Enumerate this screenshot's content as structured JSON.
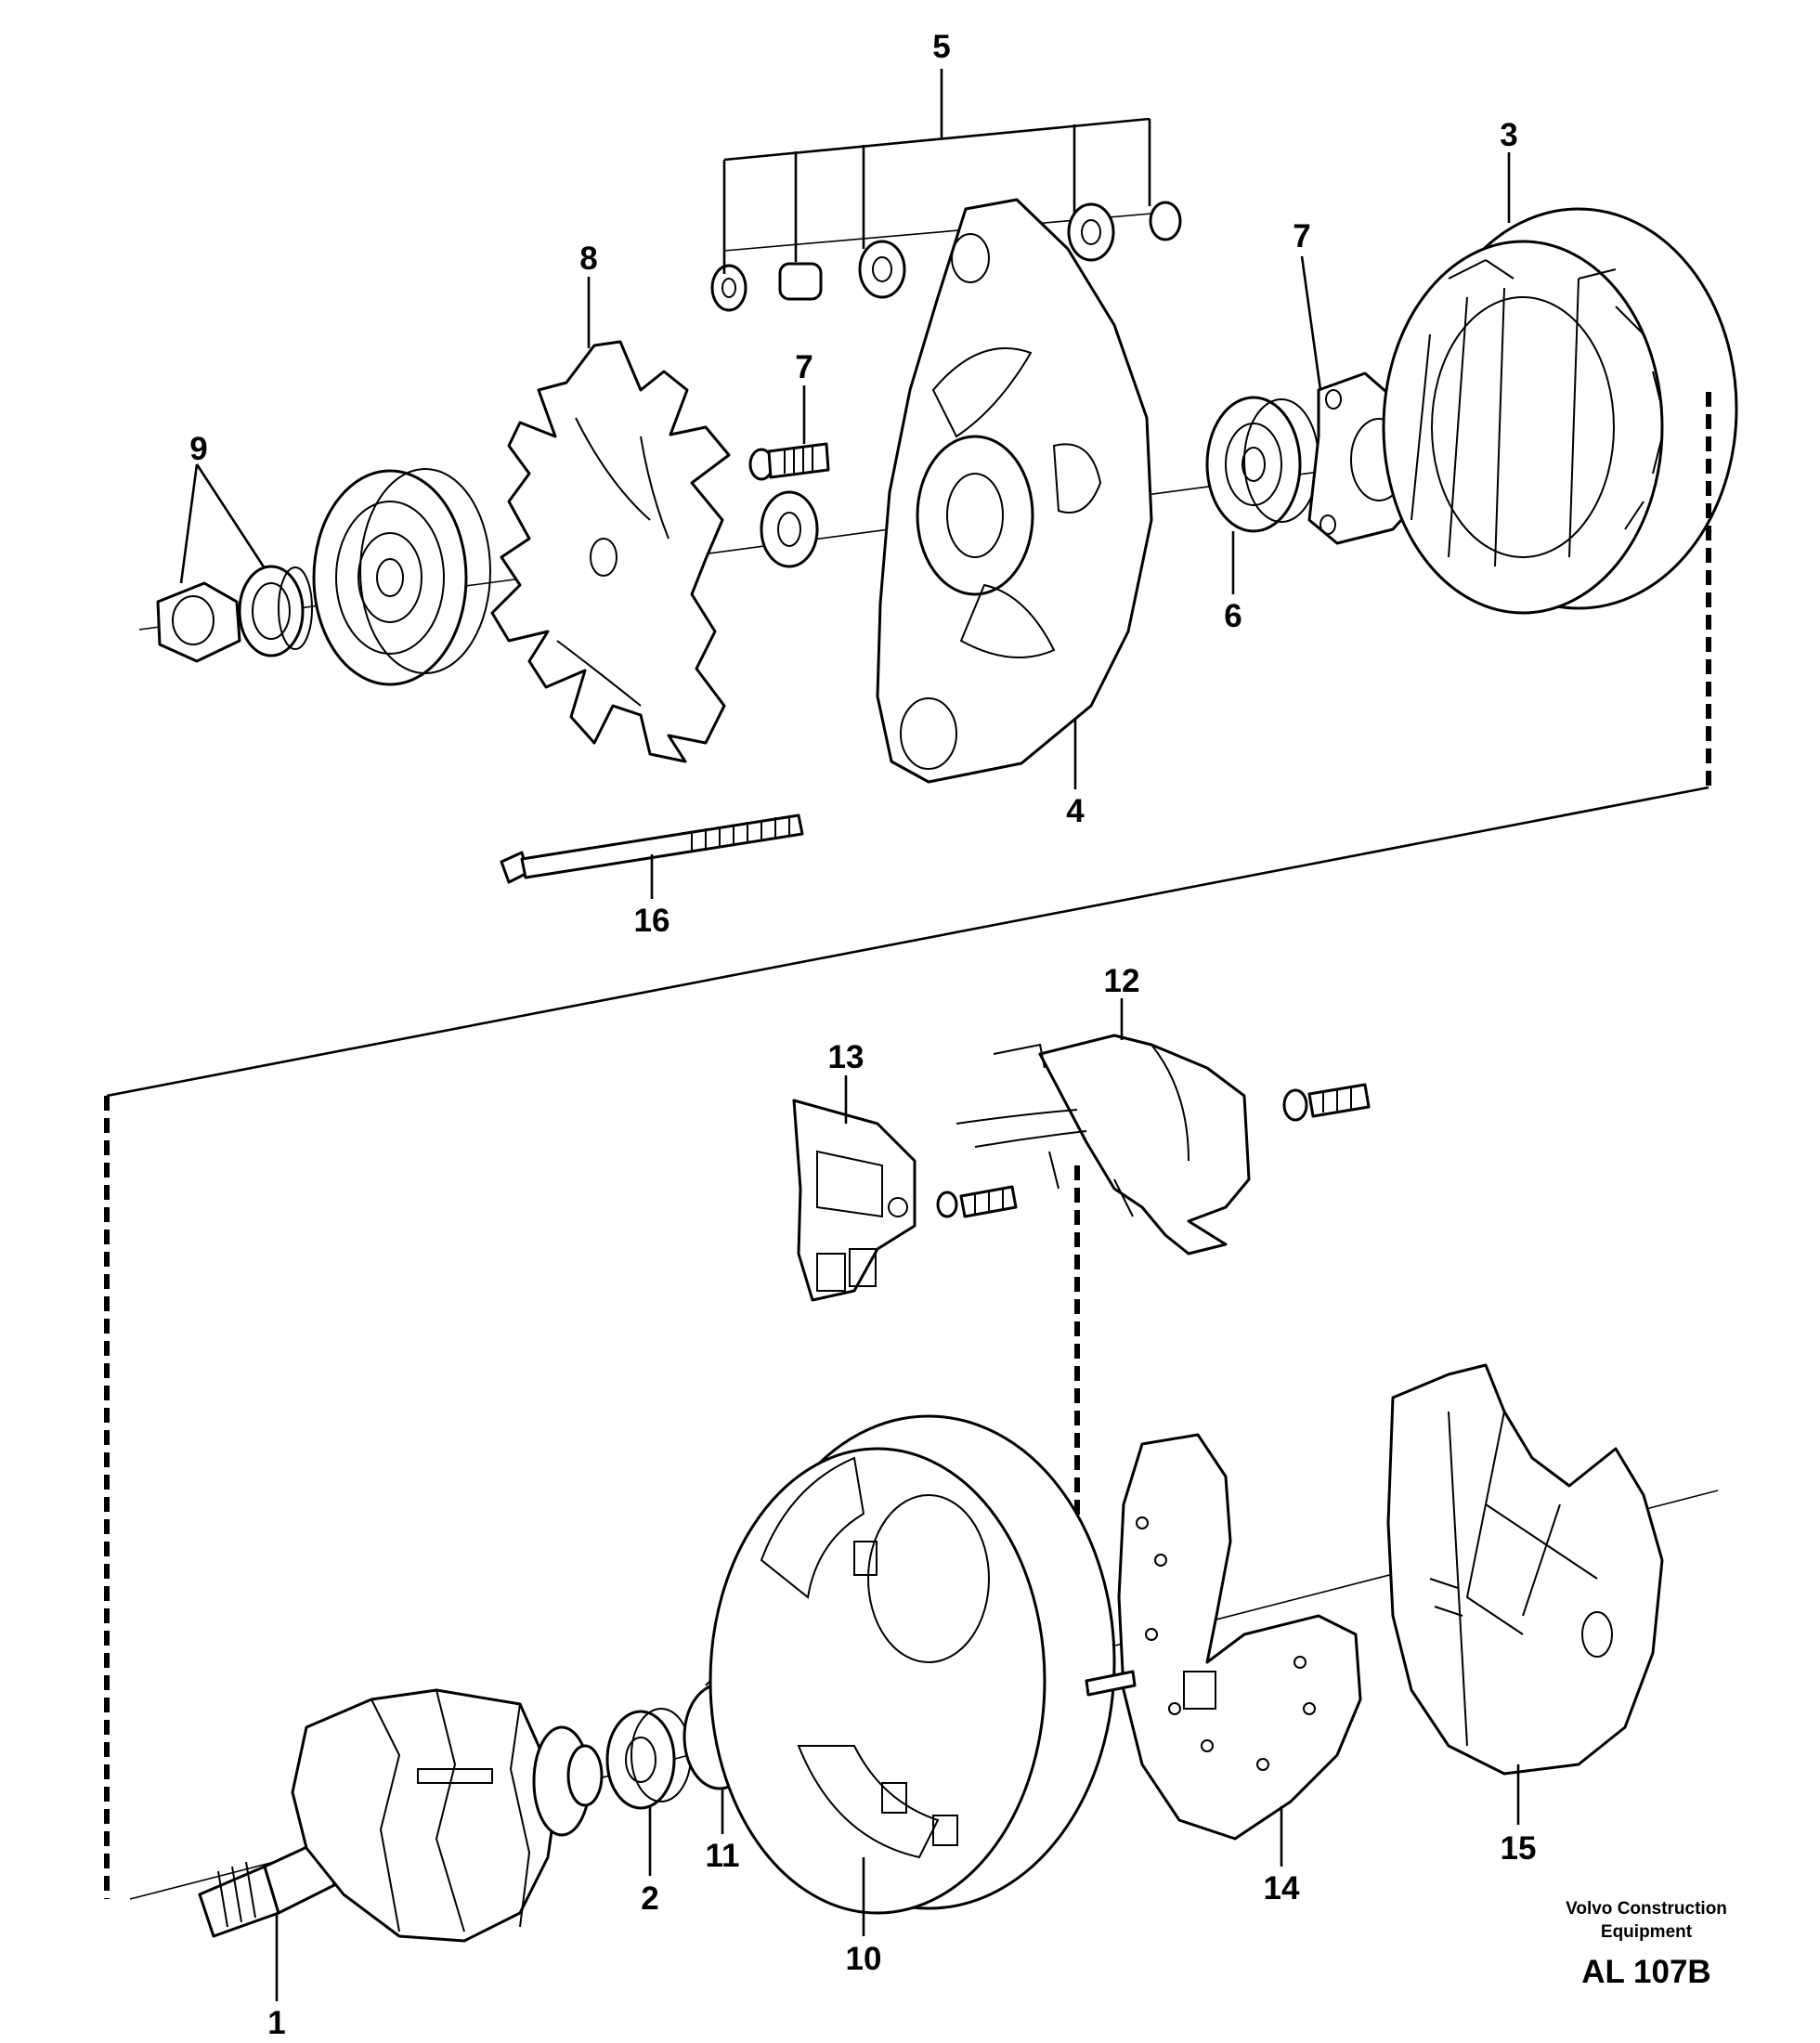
{
  "callouts": {
    "c1": "1",
    "c2": "2",
    "c3": "3",
    "c4": "4",
    "c5": "5",
    "c6": "6",
    "c7a": "7",
    "c7b": "7",
    "c8": "8",
    "c9": "9",
    "c10": "10",
    "c11": "11",
    "c12": "12",
    "c13": "13",
    "c14": "14",
    "c15": "15",
    "c16": "16"
  },
  "footer": {
    "publisher_line1": "Volvo Construction",
    "publisher_line2": "Equipment",
    "drawing_id": "AL 107B"
  }
}
